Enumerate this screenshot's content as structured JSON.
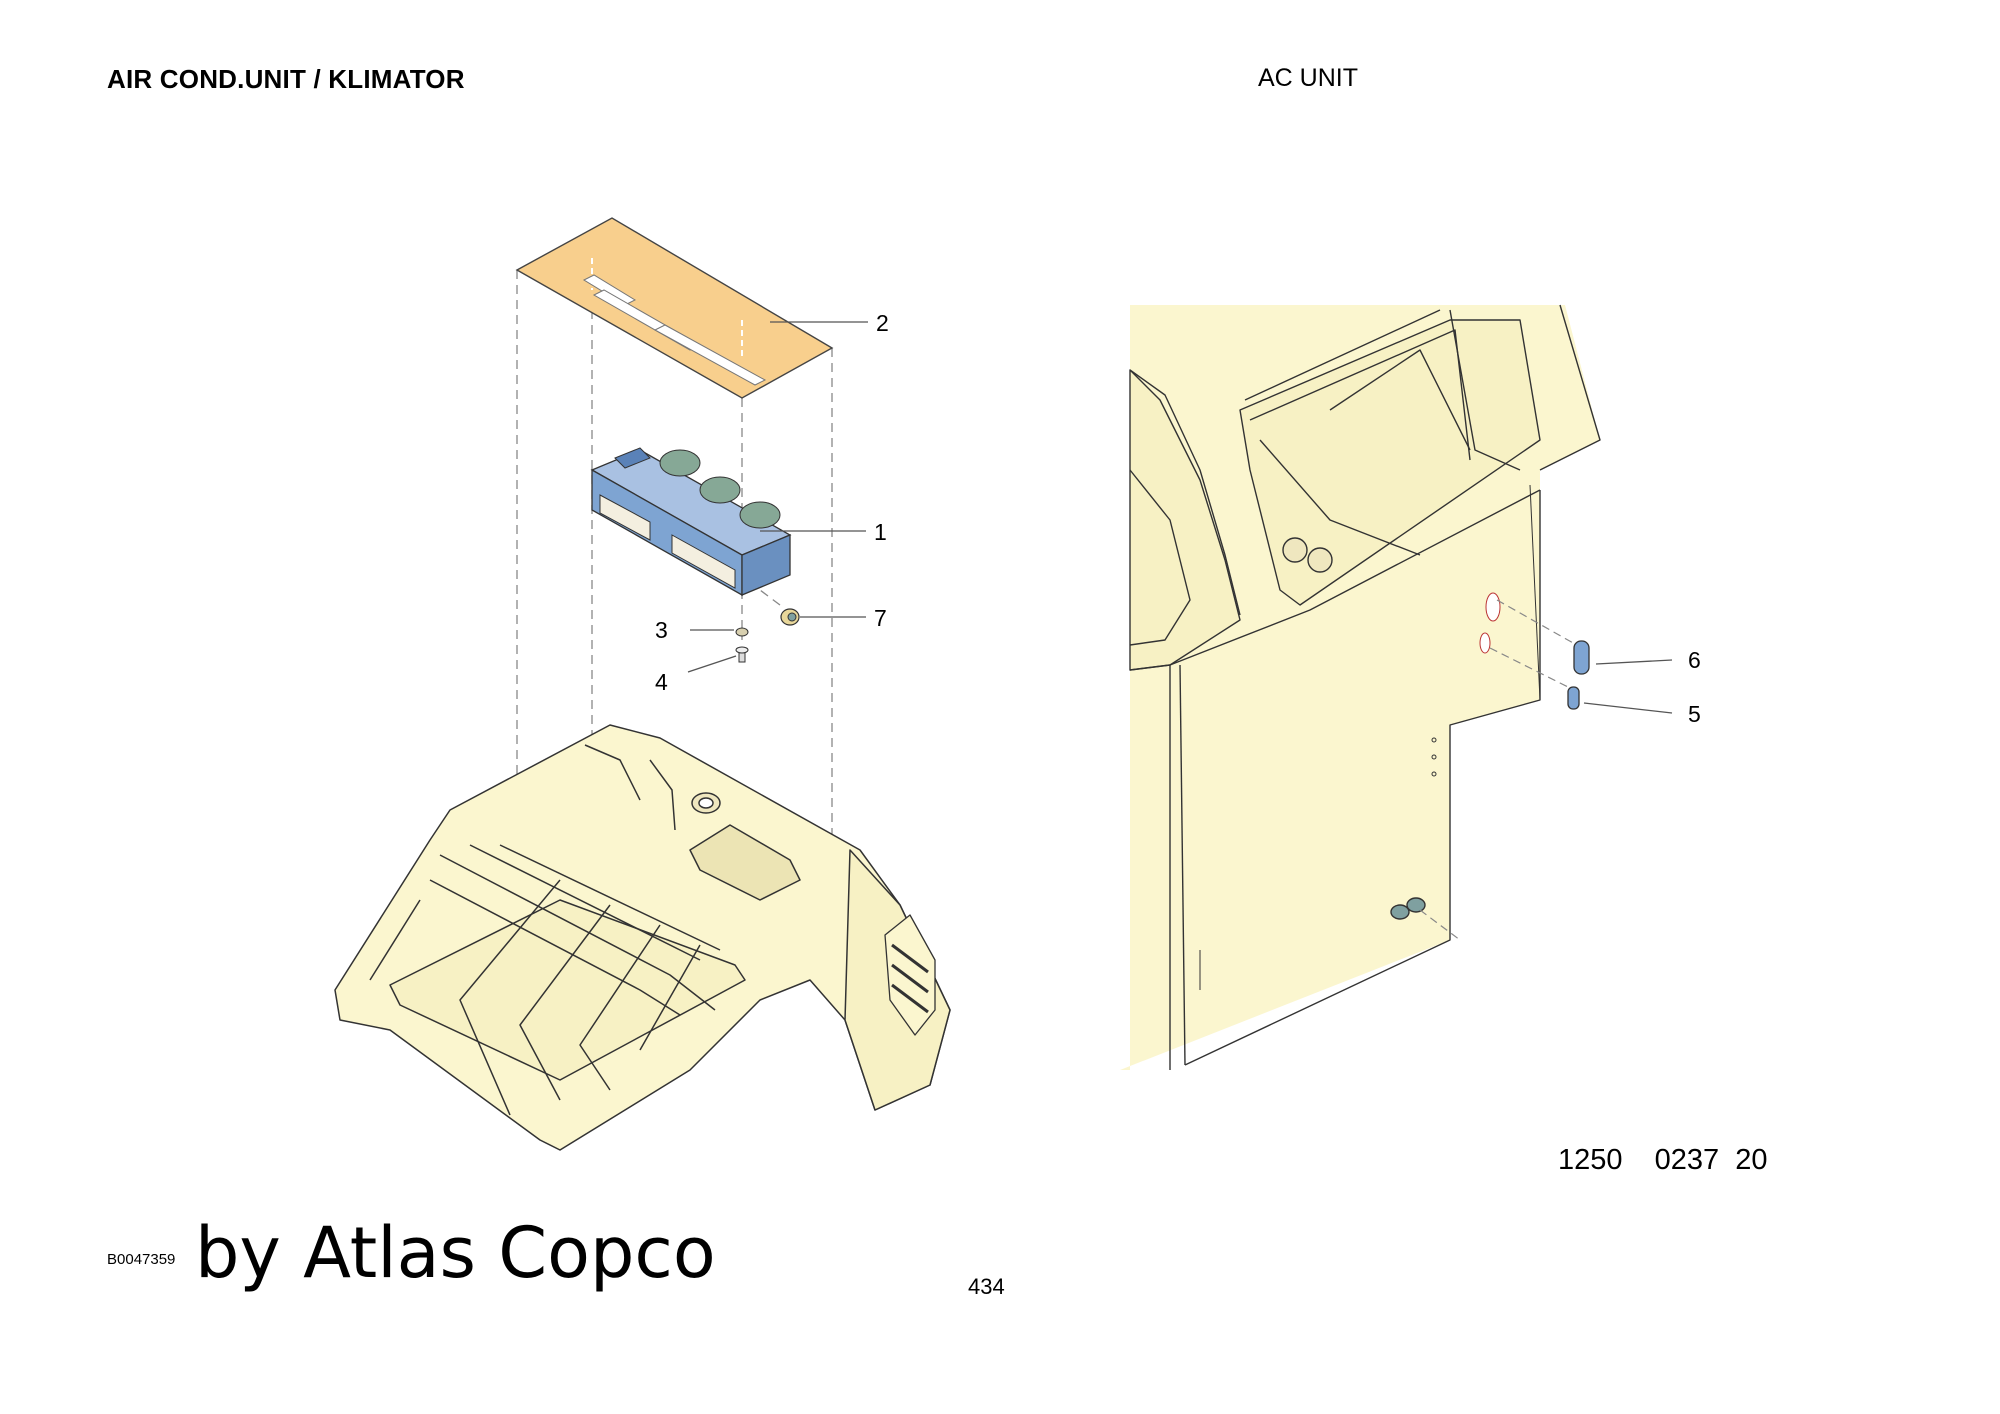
{
  "header": {
    "title_left": "AIR COND.UNIT / KLIMATOR",
    "title_right": "AC UNIT"
  },
  "callouts": [
    {
      "label": "1",
      "part": "air-conditioning-unit"
    },
    {
      "label": "2",
      "part": "insulation-mat"
    },
    {
      "label": "3",
      "part": "washer"
    },
    {
      "label": "4",
      "part": "screw"
    },
    {
      "label": "5",
      "part": "small-grommet"
    },
    {
      "label": "6",
      "part": "large-grommet"
    },
    {
      "label": "7",
      "part": "hose-fitting"
    }
  ],
  "footer": {
    "drawing_number": "1250  0237 20",
    "doc_code": "B0047359",
    "brand_text": "by Atlas Copco",
    "page_number": "434"
  },
  "colors": {
    "cab_body": "#fbf6cf",
    "insulation_mat": "#f8cf8d",
    "ac_unit": "#7ea4d2",
    "fittings": "#7fa0a0",
    "line": "#333333"
  }
}
